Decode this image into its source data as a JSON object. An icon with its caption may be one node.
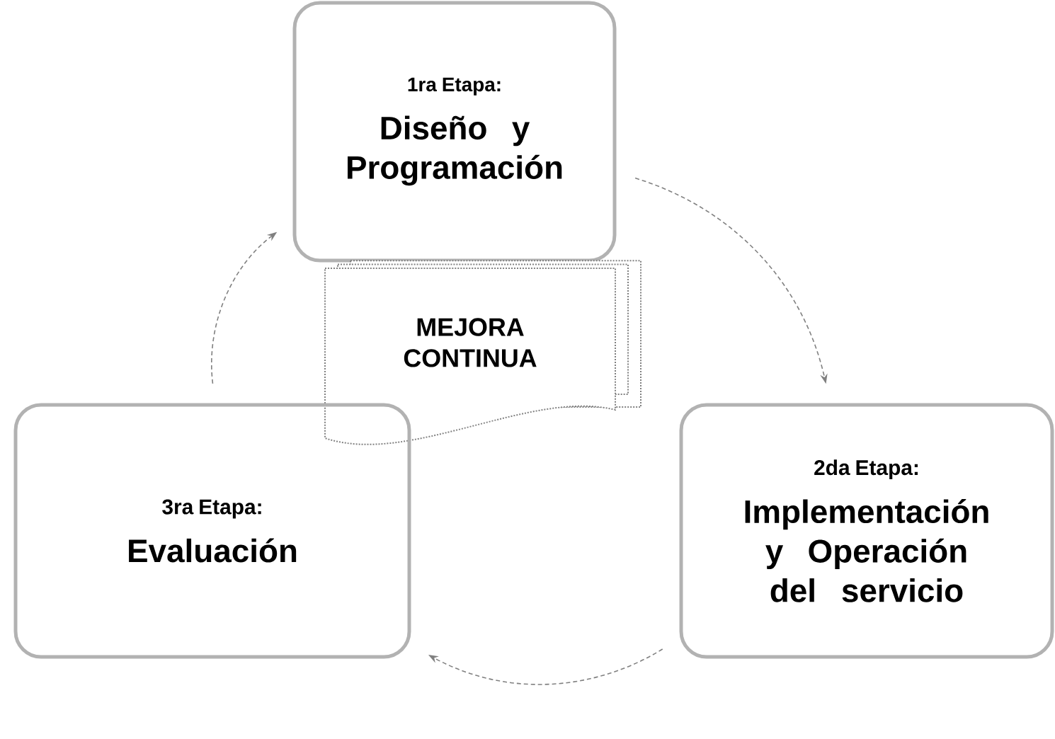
{
  "diagram": {
    "nodes": [
      {
        "text": [
          "1ra Etapa:",
          "Diseño y Programación"
        ]
      },
      {
        "text": [
          "MEJORA CONTINUA"
        ]
      },
      {
        "text": [
          "3ra Etapa:",
          "Evaluación"
        ]
      },
      {
        "text": [
          "2da Etapa:",
          "Implementación y Operación del servicio"
        ]
      }
    ],
    "edges": [
      {
        "from": 0,
        "to": 3,
        "arrow": "to",
        "style": "dashed"
      },
      {
        "from": 3,
        "to": 2,
        "arrow": "to",
        "style": "dashed"
      },
      {
        "from": 2,
        "to": 0,
        "arrow": "to",
        "style": "dashed"
      }
    ]
  }
}
